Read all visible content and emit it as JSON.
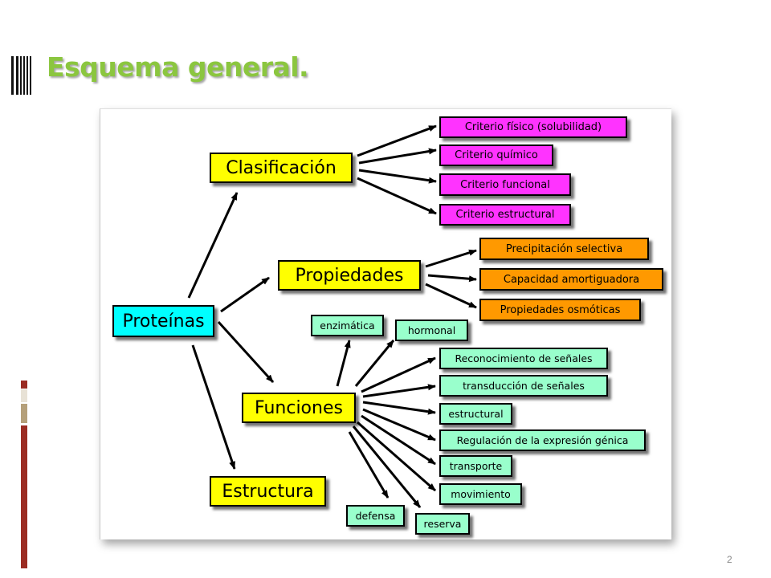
{
  "slide": {
    "title": "Esquema general.",
    "page_number": "2"
  },
  "diagram": {
    "root": "Proteínas",
    "branches": {
      "clasificacion": "Clasificación",
      "propiedades": "Propiedades",
      "funciones": "Funciones",
      "estructura": "Estructura"
    },
    "clasificacion_items": [
      "Criterio físico (solubilidad)",
      "Criterio químico",
      "Criterio funcional",
      "Criterio estructural"
    ],
    "propiedades_items": [
      "Precipitación selectiva",
      "Capacidad amortiguadora",
      "Propiedades osmóticas"
    ],
    "funciones_items": [
      "enzimática",
      "hormonal",
      "Reconocimiento de señales",
      "transducción de señales",
      "estructural",
      "Regulación de la expresión génica",
      "transporte",
      "movimiento",
      "defensa",
      "reserva"
    ]
  },
  "colors": {
    "title_green": "#8bc63f",
    "root_cyan": "#00ffff",
    "branch_yellow": "#ffff00",
    "clasificacion_magenta": "#ff33ff",
    "propiedades_orange": "#ff9900",
    "funciones_green": "#99ffcc",
    "sidebar_red": "#9b2c23",
    "sidebar_tan": "#b5a07a"
  }
}
